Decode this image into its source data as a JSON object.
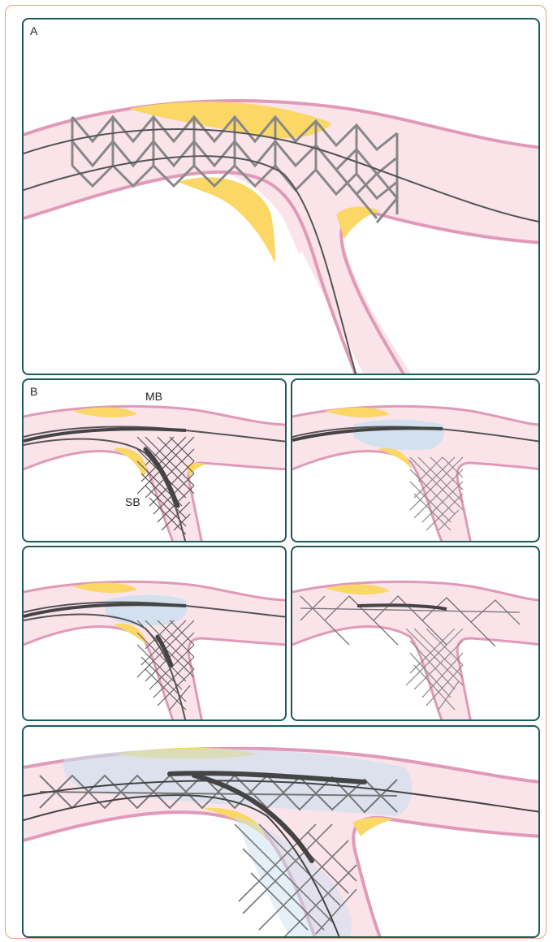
{
  "figure": {
    "panel_a_label": "A",
    "panel_b_label": "B",
    "mb_label": "MB",
    "sb_label": "SB"
  },
  "colors": {
    "frame": "#e8a27b",
    "panel_border": "#1e5a5a",
    "vessel_fill": "#fbe3ea",
    "vessel_wall": "#e09ab8",
    "plaque": "#fbd765",
    "strut": "#888888",
    "wire": "#444444",
    "balloon": "#c9e0f0"
  }
}
